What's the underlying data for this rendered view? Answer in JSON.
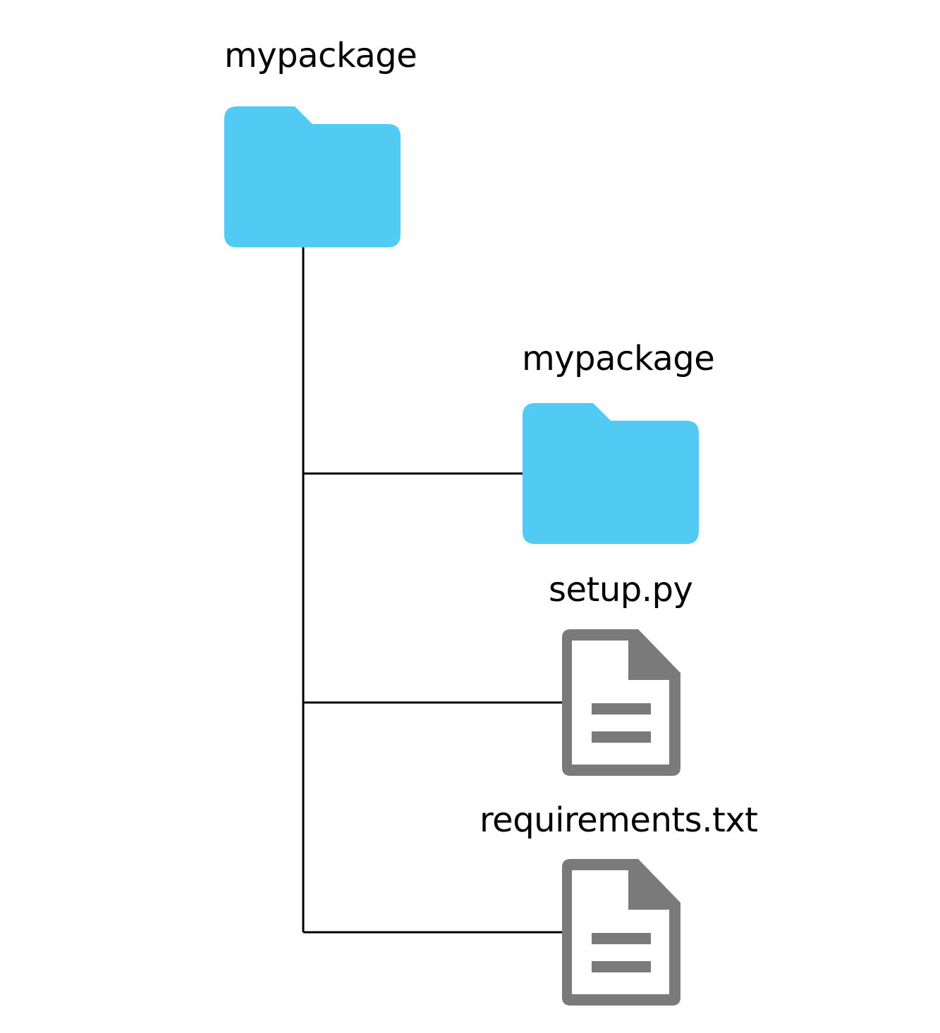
{
  "tree": {
    "root": {
      "label": "mypackage",
      "icon": "folder-icon"
    },
    "children": [
      {
        "label": "mypackage",
        "icon": "folder-icon"
      },
      {
        "label": "setup.py",
        "icon": "document-icon"
      },
      {
        "label": "requirements.txt",
        "icon": "document-icon"
      }
    ]
  },
  "colors": {
    "folder": "#52CBF4",
    "document": "#7A7A7A",
    "connector": "#000000",
    "text": "#000000"
  }
}
